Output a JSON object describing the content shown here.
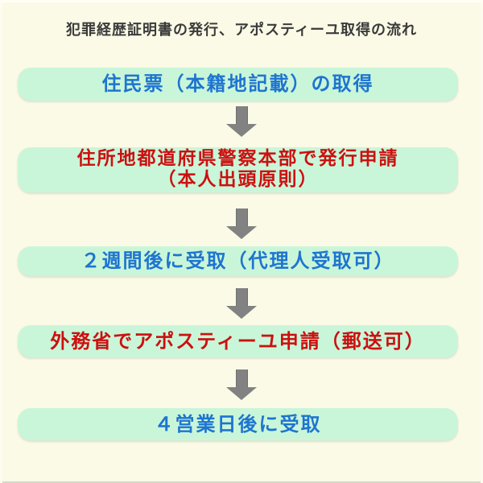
{
  "page": {
    "title": "犯罪経歴証明書の発行、アポスティーユ取得の流れ"
  },
  "flow": {
    "steps": [
      {
        "id": "step-1",
        "text_color": "blue",
        "lines": [
          "住民票（本籍地記載）の取得"
        ]
      },
      {
        "id": "step-2",
        "text_color": "red",
        "lines": [
          "住所地都道府県警察本部で発行申請",
          "（本人出頭原則）"
        ]
      },
      {
        "id": "step-3",
        "text_color": "blue",
        "lines": [
          "２週間後に受取（代理人受取可）"
        ]
      },
      {
        "id": "step-4",
        "text_color": "red",
        "lines": [
          "外務省でアポスティーユ申請（郵送可）"
        ]
      },
      {
        "id": "step-5",
        "text_color": "blue",
        "lines": [
          "４営業日後に受取"
        ]
      }
    ],
    "arrow_count": 4,
    "arrow_direction": "down"
  },
  "colors": {
    "background": "#fbfae6",
    "box_fill": "#c9f6d9",
    "text_blue": "#1e74d0",
    "text_red": "#cc1010",
    "arrow_gray": "#828282",
    "title_text": "#3b3b3b"
  }
}
